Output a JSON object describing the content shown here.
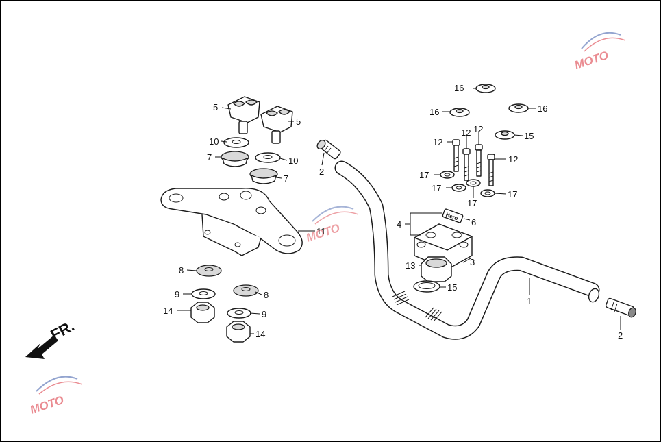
{
  "direction_label": "FR.",
  "watermark": {
    "brand": "MOTO",
    "color_red": "#d9303a",
    "color_blue": "#3b5aa8"
  },
  "washer_mark": "Hero",
  "callouts": [
    {
      "id": "c1",
      "text": "1"
    },
    {
      "id": "c2a",
      "text": "2"
    },
    {
      "id": "c2b",
      "text": "2"
    },
    {
      "id": "c3",
      "text": "3"
    },
    {
      "id": "c4",
      "text": "4"
    },
    {
      "id": "c5a",
      "text": "5"
    },
    {
      "id": "c5b",
      "text": "5"
    },
    {
      "id": "c6",
      "text": "6"
    },
    {
      "id": "c7a",
      "text": "7"
    },
    {
      "id": "c7b",
      "text": "7"
    },
    {
      "id": "c8a",
      "text": "8"
    },
    {
      "id": "c8b",
      "text": "8"
    },
    {
      "id": "c9a",
      "text": "9"
    },
    {
      "id": "c9b",
      "text": "9"
    },
    {
      "id": "c10a",
      "text": "10"
    },
    {
      "id": "c10b",
      "text": "10"
    },
    {
      "id": "c11",
      "text": "11"
    },
    {
      "id": "c12a",
      "text": "12"
    },
    {
      "id": "c12b",
      "text": "12"
    },
    {
      "id": "c12c",
      "text": "12"
    },
    {
      "id": "c12d",
      "text": "12"
    },
    {
      "id": "c13",
      "text": "13"
    },
    {
      "id": "c14a",
      "text": "14"
    },
    {
      "id": "c14b",
      "text": "14"
    },
    {
      "id": "c15a",
      "text": "15"
    },
    {
      "id": "c15b",
      "text": "15"
    },
    {
      "id": "c16a",
      "text": "16"
    },
    {
      "id": "c16b",
      "text": "16"
    },
    {
      "id": "c16c",
      "text": "16"
    },
    {
      "id": "c17a",
      "text": "17"
    },
    {
      "id": "c17b",
      "text": "17"
    },
    {
      "id": "c17c",
      "text": "17"
    },
    {
      "id": "c17d",
      "text": "17"
    }
  ]
}
